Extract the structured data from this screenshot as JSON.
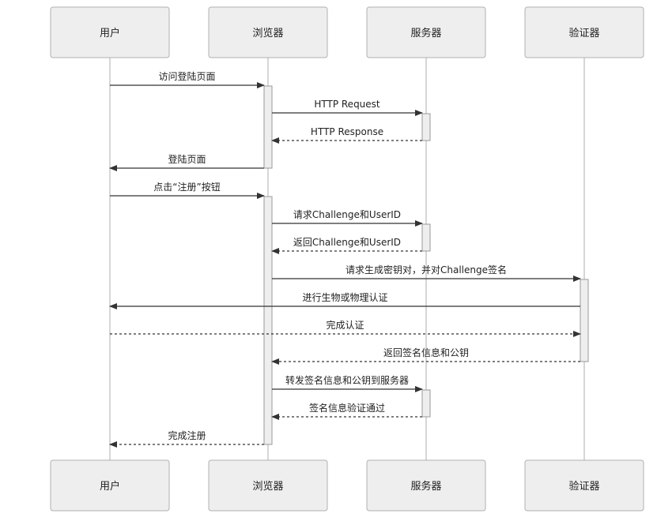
{
  "participants": [
    {
      "id": "user",
      "label": "用户"
    },
    {
      "id": "browser",
      "label": "浏览器"
    },
    {
      "id": "server",
      "label": "服务器"
    },
    {
      "id": "auth",
      "label": "验证器"
    }
  ],
  "messages": [
    {
      "from": "user",
      "to": "browser",
      "text": "访问登陆页面",
      "dashed": false
    },
    {
      "from": "browser",
      "to": "server",
      "text": "HTTP Request",
      "dashed": false
    },
    {
      "from": "server",
      "to": "browser",
      "text": "HTTP Response",
      "dashed": true
    },
    {
      "from": "browser",
      "to": "user",
      "text": "登陆页面",
      "dashed": false
    },
    {
      "from": "user",
      "to": "browser",
      "text": "点击“注册”按钮",
      "dashed": false
    },
    {
      "from": "browser",
      "to": "server",
      "text": "请求Challenge和UserID",
      "dashed": false
    },
    {
      "from": "server",
      "to": "browser",
      "text": "返回Challenge和UserID",
      "dashed": true
    },
    {
      "from": "browser",
      "to": "auth",
      "text": "请求生成密钥对，并对Challenge签名",
      "dashed": false
    },
    {
      "from": "auth",
      "to": "user",
      "text": "进行生物或物理认证",
      "dashed": false
    },
    {
      "from": "user",
      "to": "auth",
      "text": "完成认证",
      "dashed": true
    },
    {
      "from": "auth",
      "to": "browser",
      "text": "返回签名信息和公钥",
      "dashed": true
    },
    {
      "from": "browser",
      "to": "server",
      "text": "转发签名信息和公钥到服务器",
      "dashed": false
    },
    {
      "from": "server",
      "to": "browser",
      "text": "签名信息验证通过",
      "dashed": true
    },
    {
      "from": "browser",
      "to": "user",
      "text": "完成注册",
      "dashed": true
    }
  ],
  "colors": {
    "box_fill": "#eeeeee",
    "box_stroke": "#b0b0b0",
    "lifeline": "#c8c8c8",
    "activation_fill": "#eeeeee",
    "activation_stroke": "#9a9a9a",
    "arrow": "#333333"
  }
}
